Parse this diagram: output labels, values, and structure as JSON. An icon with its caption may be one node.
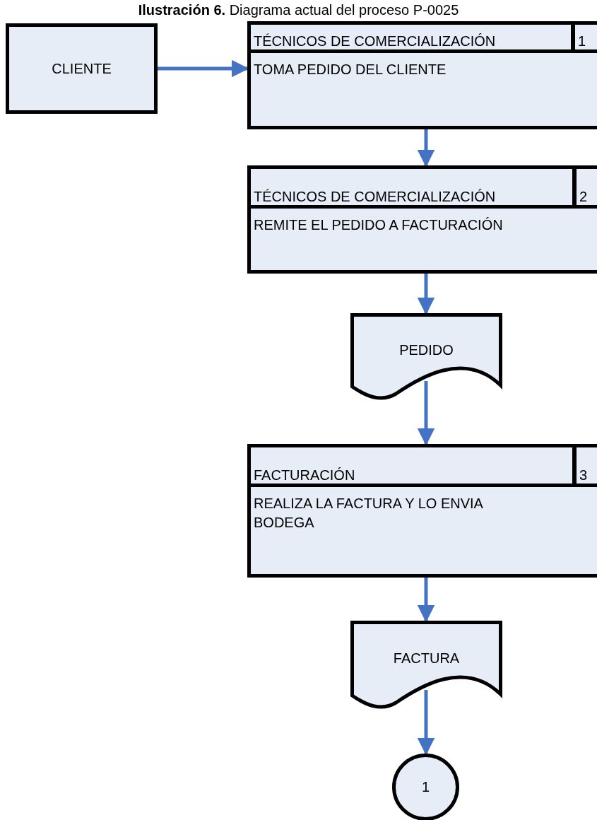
{
  "diagram": {
    "title": "**Ilustración 6.** Diagrama actual del proceso P-0025",
    "nodes": [
      {
        "text": [
          "CLIENTE"
        ]
      },
      {
        "text": [
          "TÉCNICOS DE COMERCIALIZACIÓN",
          "1",
          "TOMA PEDIDO DEL CLIENTE"
        ]
      },
      {
        "text": [
          "TÉCNICOS DE COMERCIALIZACIÓN",
          "2",
          "REMITE EL PEDIDO A FACTURACIÓN"
        ]
      },
      {
        "text": [
          "PEDIDO"
        ]
      },
      {
        "text": [
          "FACTURACIÓN",
          "3",
          "REALIZA LA FACTURA Y LO ENVIA BODEGA"
        ]
      },
      {
        "text": [
          "FACTURA"
        ]
      },
      {
        "text": [
          "1"
        ]
      }
    ],
    "edges": [
      {
        "from": 0,
        "to": 1,
        "arrow": "to"
      },
      {
        "from": 1,
        "to": 2,
        "arrow": "to"
      },
      {
        "from": 2,
        "to": 3,
        "arrow": "to"
      },
      {
        "from": 3,
        "to": 4,
        "arrow": "to"
      },
      {
        "from": 4,
        "to": 5,
        "arrow": "to"
      },
      {
        "from": 5,
        "to": 6,
        "arrow": "to"
      }
    ]
  }
}
